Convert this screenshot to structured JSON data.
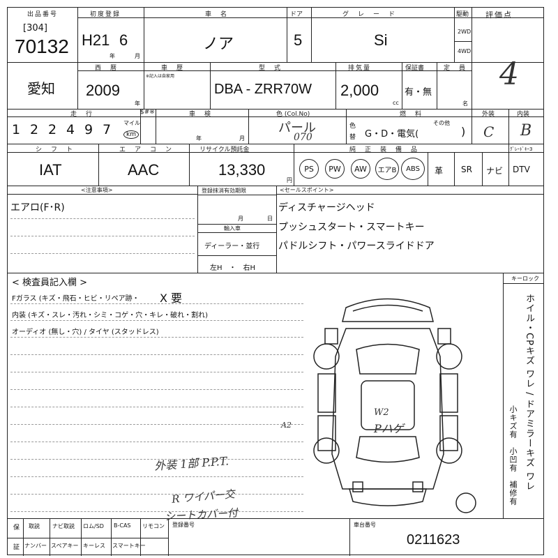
{
  "header": {
    "lot_label": "出品番号",
    "lot_sub": "[304]",
    "lot_number": "70132",
    "first_reg_label": "初度登録",
    "first_reg_value": "H21",
    "first_reg_month": "6",
    "year_char": "年",
    "month_char": "月",
    "car_name_label": "車　名",
    "car_name": "ノア",
    "doors_label": "ドア",
    "doors": "5",
    "grade_label": "グ　レ　ー　ド",
    "grade": "Si",
    "drive_label": "駆動",
    "drive_2wd": "2WD",
    "drive_4wd": "4WD",
    "score_label": "評価点",
    "score": "4"
  },
  "row2": {
    "region": "愛知",
    "year_label": "西　暦",
    "year_value": "2009",
    "year_char": "年",
    "inspect_label": "車　歴",
    "inspect_note": "※記入は自家用",
    "model_label": "型　式",
    "model": "DBA - ZRR70W",
    "displacement_label": "排気量",
    "displacement": "2,000",
    "cc": "cc",
    "warranty_label": "保証書",
    "warranty": "有・無",
    "capacity_label": "定　員",
    "capacity_unit": "名"
  },
  "row3": {
    "mileage_label": "走　行",
    "mileage_digits": [
      "1",
      "2",
      "2",
      "4",
      "9",
      "7"
    ],
    "mileage_unit_mile": "マイル",
    "mileage_unit_km": "km",
    "smark_label": "$#※",
    "shaken_label": "車　検",
    "shaken_year": "年",
    "shaken_month": "月",
    "color_label": "色 (Col.No)",
    "color": "パール",
    "color_code": "070",
    "color_swap_1": "色",
    "color_swap_2": "替",
    "fuel_label": "燃　料",
    "fuel": "G・D・電気(",
    "fuel_other": "その他",
    "fuel_close": ")",
    "exterior_label": "外装",
    "exterior": "C",
    "interior_label": "内装",
    "interior": "B"
  },
  "row4": {
    "shift_label": "シ　フ　ト",
    "shift": "IAT",
    "ac_label": "エ　ア　コ　ン",
    "ac": "AAC",
    "recycle_label": "リサイクル預託金",
    "recycle": "13,330",
    "yen": "円",
    "equipment_label": "純　正　装　備　品",
    "equipment": [
      "PS",
      "PW",
      "AW",
      "エアB",
      "ABS",
      "革",
      "SR",
      "ナビ",
      "DTV"
    ],
    "keyword_label": "ｸﾞﾚｰﾄﾞｷｰ3"
  },
  "notes": {
    "caution_label": "<注意事項>",
    "caution_value": "エアロ(F･R)",
    "reg_expiry_label": "登録抹消有効期限",
    "reg_month": "月",
    "reg_day": "日",
    "import_label": "輸入車",
    "import_dealer": "ディーラー・並行",
    "steering": "左H　・　右H",
    "sales_label": "<セールスポイント>",
    "sales_points": [
      "ディスチャージヘッド",
      "プッシュスタート・スマートキー",
      "パドルシフト・パワースライドドア"
    ]
  },
  "inspection": {
    "title": "< 検査員記入欄 >",
    "lines": [
      "Fガラス (キズ・飛石・ヒビ・リペア跡・",
      "内装 (キズ・スレ・汚れ・シミ・コゲ・穴・キレ・破れ・割れ)",
      "オーディオ (無し・穴) / タイヤ (スタッドレス)"
    ],
    "glass_mark": "X 要",
    "hand_notes": [
      "外装 1部 P.P.T.",
      "R ワイパー交",
      "シートカバー付"
    ],
    "diagram_marks": [
      "W2",
      "Pハゲ",
      "A2"
    ]
  },
  "side": {
    "key_label": "キーロック",
    "legend": "ホイル・CPキズ ワレ / ドアミラーキズ ワレ",
    "legend_b": "小キズ有　小凹有　補修有"
  },
  "footer": {
    "labels1": [
      "保",
      "取説",
      "ナビ取説",
      "ロム/SD",
      "B-CAS",
      "リモコン"
    ],
    "labels2": [
      "証",
      "ナンバー",
      "スペアキー",
      "キーレス",
      "スマートキー"
    ],
    "reg_no_label": "登録番号",
    "chassis_label": "車台番号",
    "chassis": "0211623"
  }
}
